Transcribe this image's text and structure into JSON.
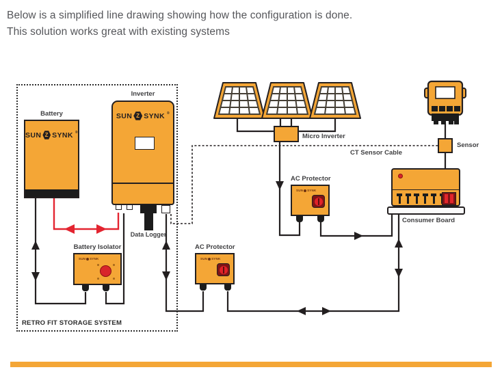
{
  "header": {
    "line1": "Below is a simplified line drawing showing how the configuration is done.",
    "line2": "This solution works great with existing systems"
  },
  "colors": {
    "orange": "#F4A636",
    "line_black": "#231f20",
    "red": "#E32430",
    "switch_dark_red": "#7e1416",
    "switch_bright_red": "#e02128",
    "label_text": "#3f3f41",
    "header_text": "#55565a"
  },
  "brand": {
    "sun": "SUN",
    "synk": "SYNK",
    "glyph": "Z",
    "reg": "®"
  },
  "diagram": {
    "retrofit_label": "RETRO FIT STORAGE SYSTEM",
    "components": {
      "battery": {
        "label": "Battery"
      },
      "inverter": {
        "label": "Inverter"
      },
      "data_logger": {
        "label": "Data Logger"
      },
      "battery_isolator": {
        "label": "Battery Isolator"
      },
      "micro_inverter": {
        "label": "Micro Inverter"
      },
      "solar_panels": {
        "count": 3
      },
      "ac_protector_upper": {
        "label": "AC Protector"
      },
      "ac_protector_lower": {
        "label": "AC Protector"
      },
      "ct_sensor_cable": {
        "label": "CT Sensor Cable"
      },
      "sensor": {
        "label": "Sensor"
      },
      "electric_meter": {
        "label": ""
      },
      "consumer_board": {
        "label": "Consumer Board"
      }
    }
  }
}
